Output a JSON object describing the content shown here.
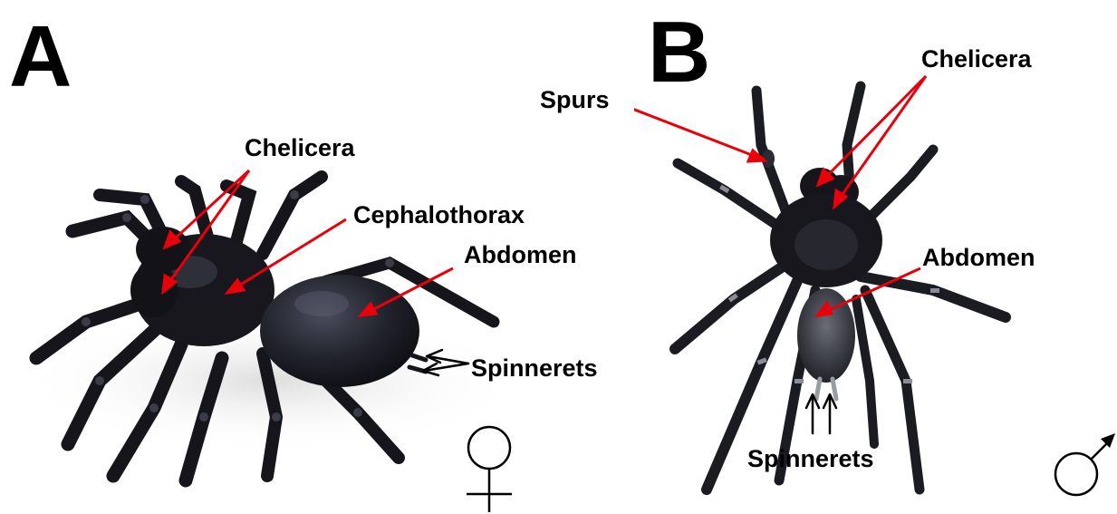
{
  "panel_a": {
    "letter": "A",
    "labels": {
      "chelicera": "Chelicera",
      "cephalothorax": "Cephalothorax",
      "abdomen": "Abdomen",
      "spinnerets": "Spinnerets"
    },
    "sex_symbol": "female-symbol-icon"
  },
  "panel_b": {
    "letter": "B",
    "labels": {
      "spurs": "Spurs",
      "chelicera": "Chelicera",
      "abdomen": "Abdomen",
      "spinnerets": "Spinnerets"
    },
    "sex_symbol": "male-symbol-icon"
  },
  "colors": {
    "annotation_arrow": "#e8000b",
    "spinneret_arrow": "#000000",
    "spider_body": "#1b1b22"
  }
}
